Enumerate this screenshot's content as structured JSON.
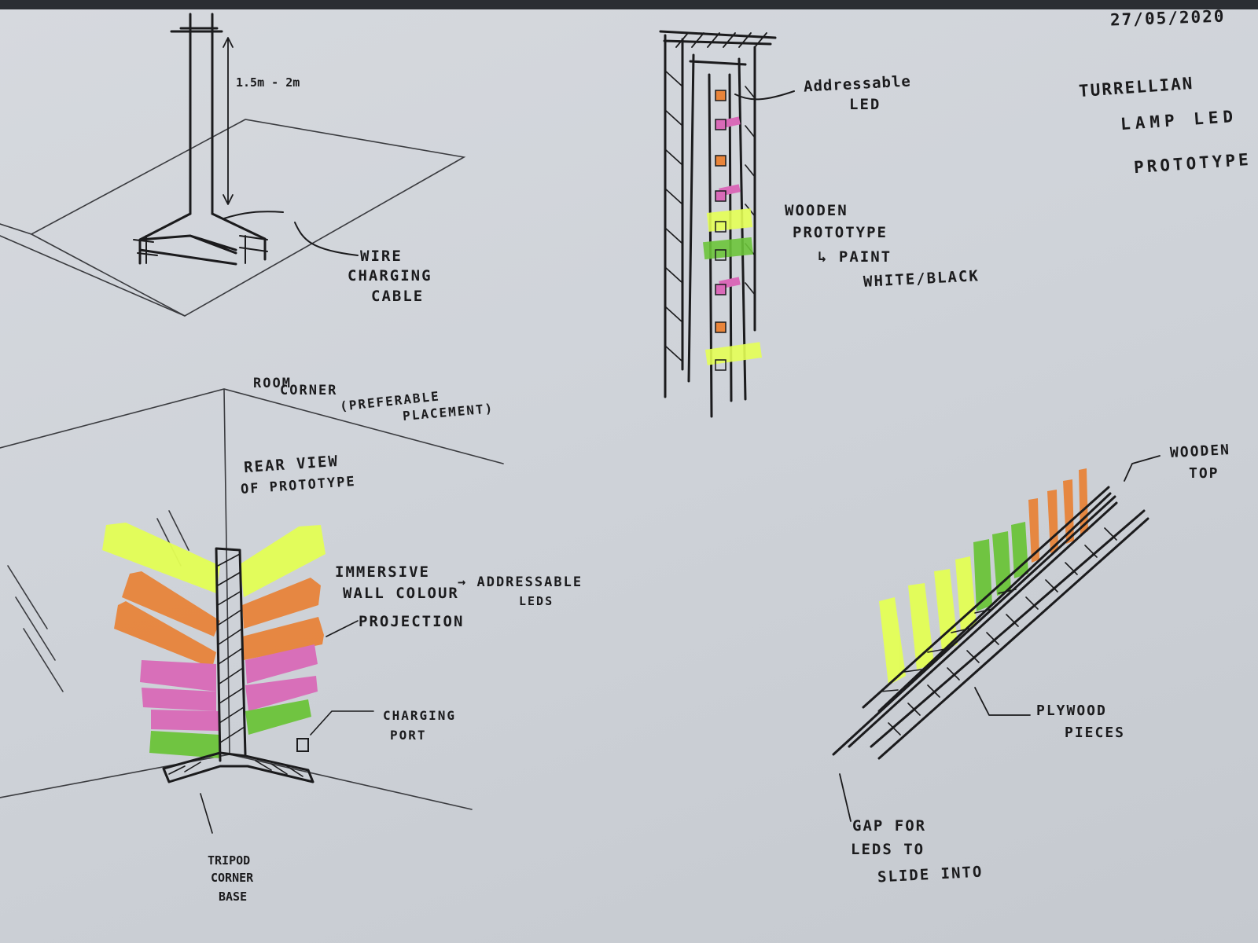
{
  "header": {
    "date": "27/05/2020",
    "title_lines": [
      "TURRELLIAN",
      "LAMP LED",
      "PROTOTYPE"
    ]
  },
  "sketch_front": {
    "height": "1.5m - 2m",
    "cable_lines": [
      "WIRE",
      "CHARGING",
      "CABLE"
    ]
  },
  "sketch_led": {
    "led_lines": [
      "Addressable",
      "LED"
    ],
    "wood_lines": [
      "WOODEN",
      "PROTOTYPE",
      "↳ PAINT",
      "WHITE/BLACK"
    ]
  },
  "sketch_rear": {
    "room_lines": [
      "ROOM",
      "CORNER",
      "(PREFERABLE",
      "PLACEMENT)"
    ],
    "view_lines": [
      "REAR VIEW",
      "OF PROTOTYPE"
    ],
    "projection_lines": [
      "IMMERSIVE",
      "WALL COLOUR",
      "PROJECTION"
    ],
    "arrow_target_lines": [
      "→ ADDRESSABLE",
      "LEDS"
    ],
    "port_lines": [
      "CHARGING",
      "PORT"
    ],
    "base_lines": [
      "TRIPOD",
      "CORNER",
      "BASE"
    ]
  },
  "sketch_top": {
    "top_lines": [
      "WOODEN",
      "TOP"
    ],
    "ply_lines": [
      "PLYWOOD",
      "PIECES"
    ],
    "gap_lines": [
      "GAP FOR",
      "LEDS TO",
      "SLIDE INTO"
    ]
  },
  "colors": {
    "yellow": "#e4ff55",
    "orange": "#e8843a",
    "pink": "#d96ab8",
    "green": "#6cc43a",
    "ink": "#1b1b1d"
  }
}
